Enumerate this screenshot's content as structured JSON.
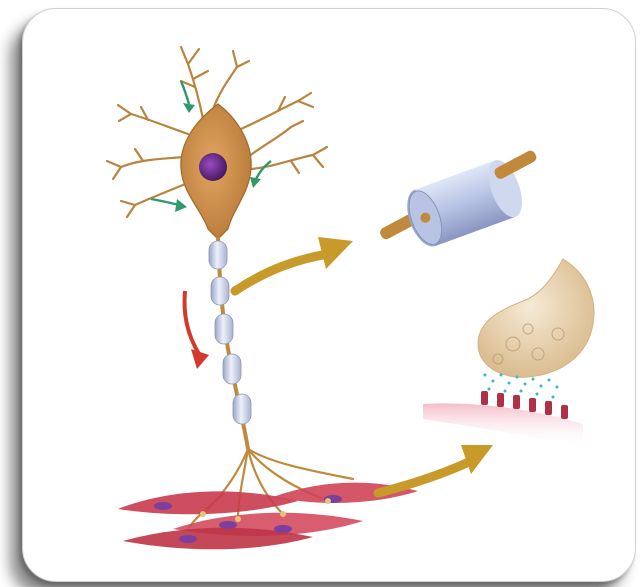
{
  "figure": {
    "palette": {
      "soma": "#c88a44",
      "dendrite": "#b9843f",
      "nucleus": "#6a2c86",
      "myelin": "#c7cfe6",
      "axon": "#c08a3e",
      "signal_arrow": "#d23a2e",
      "input_arrow": "#2e9a6b",
      "pointer_arrow": "#c89a2a",
      "muscle": "#c93b4e",
      "terminal": "#e7cfa8",
      "neurotransmitter": "#3fb5c9"
    },
    "icons": [
      "neuron-cell-body",
      "myelin-sheath-segment",
      "synaptic-terminal",
      "muscle-fibers"
    ]
  }
}
